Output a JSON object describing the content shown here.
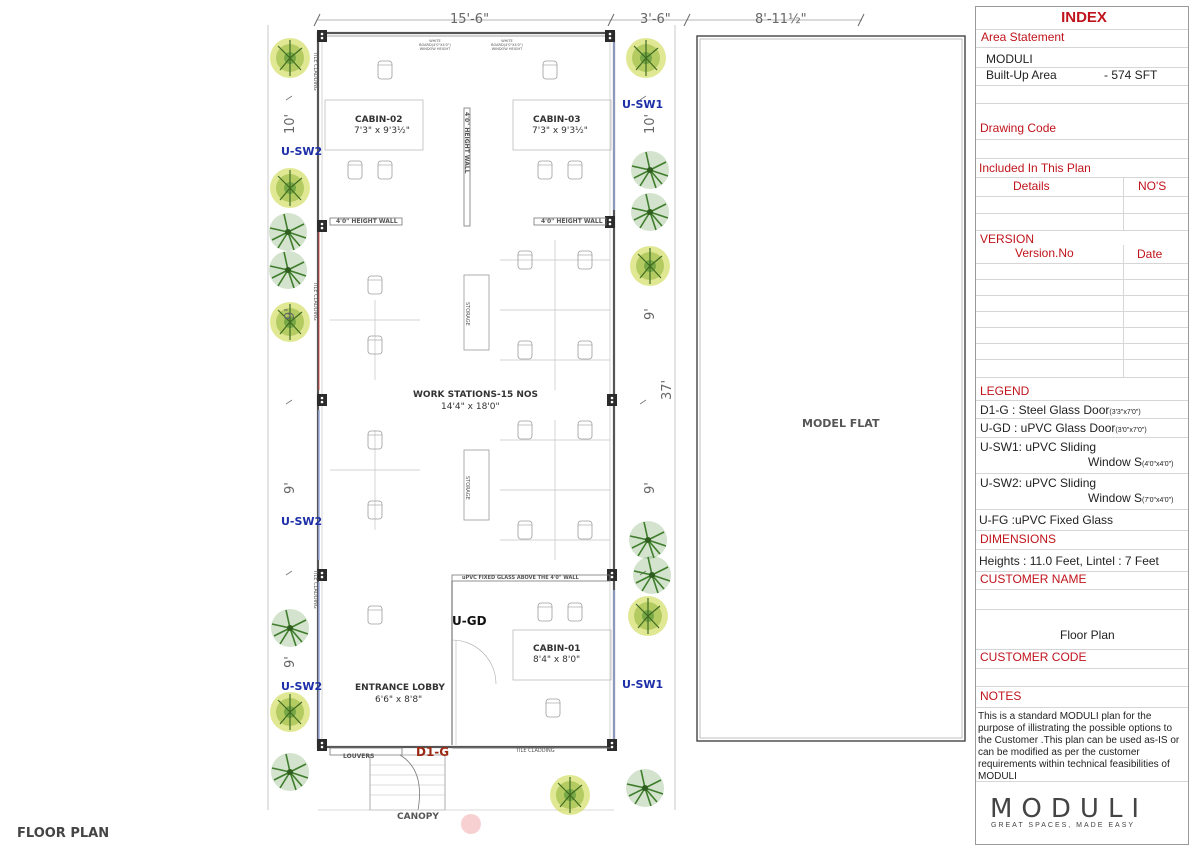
{
  "plan": {
    "title": "FLOOR PLAN",
    "dims": {
      "top_main": "15'-6\"",
      "top_side": "3'-6\"",
      "top_flat": "8'-11½\"",
      "left_1": "10'",
      "left_2": "9'",
      "left_3": "9'",
      "left_4": "9'",
      "right_1": "10'",
      "right_2": "9'",
      "right_3": "9'",
      "total": "37'"
    },
    "rooms": {
      "cabin02": {
        "name": "CABIN-02",
        "size": "7'3\" x 9'3½\""
      },
      "cabin03": {
        "name": "CABIN-03",
        "size": "7'3\" x 9'3½\""
      },
      "workstations": {
        "name": "WORK STATIONS-15 NOS",
        "size": "14'4\" x 18'0\""
      },
      "cabin01": {
        "name": "CABIN-01",
        "size": "8'4\" x 8'0\""
      },
      "lobby": {
        "name": "ENTRANCE LOBBY",
        "size": "6'6\" x 8'8\""
      }
    },
    "walls": {
      "height_wall_left": "4'0\" HEIGHT WALL",
      "height_wall_right": "4'0\" HEIGHT WALL",
      "height_wall_vertical": "4'0\" HEIGHT WALL",
      "fixed_glass": "uPVC FIXED GLASS ABOVE THE 4'0\" WALL"
    },
    "storage_1": "STORAGE",
    "storage_2": "STORAGE",
    "tile_1": "TILE CLADDING",
    "tile_2": "TILE CLADDING",
    "tile_3": "TILE CLADDING",
    "tile_4": "TILE CLADDING",
    "window_board_1": "WHITE BOARD(4'0\"X4'0\") WINDOW HEIGHT",
    "window_board_2": "WHITE BOARD(4'0\"X4'0\") WINDOW HEIGHT",
    "tags": {
      "usw1_top": "U-SW1",
      "usw2_a": "U-SW2",
      "usw2_b": "U-SW2",
      "usw2_c": "U-SW2",
      "usw1_bottom": "U-SW1",
      "ugd": "U-GD",
      "d1g": "D1-G"
    },
    "louvers": "LOUVERS",
    "canopy": "CANOPY",
    "model_flat": "MODEL FLAT"
  },
  "index": {
    "title": "INDEX",
    "area_statement": "Area Statement",
    "company": "MODULI",
    "built_up_label": "Built-Up  Area",
    "built_up_value": "-  574 SFT",
    "drawing_code": "Drawing Code",
    "included": "Included In This Plan",
    "details": "Details",
    "nos": "NO'S",
    "version": "VERSION",
    "version_no": "Version.No",
    "date": "Date",
    "legend": "LEGEND",
    "legend_items": [
      {
        "main": "D1-G : Steel Glass Door",
        "sub": "(3'3\"x7'0\")"
      },
      {
        "main": "U-GD : uPVC Glass Door",
        "sub": "(3'0\"x7'0\")"
      },
      {
        "main": "U-SW1: uPVC Sliding",
        "line2": "Window S",
        "sub": "(4'0\"x4'0\")"
      },
      {
        "main": "U-SW2: uPVC Sliding",
        "line2": "Window S",
        "sub": "(7'0\"x4'0\")"
      },
      {
        "main": "U-FG :uPVC  Fixed Glass"
      }
    ],
    "dimensions": "DIMENSIONS",
    "heights": "Heights : 11.0 Feet, Lintel : 7 Feet",
    "customer_name": "CUSTOMER NAME",
    "customer_value": "Floor Plan",
    "customer_code": "CUSTOMER CODE",
    "notes": "NOTES",
    "notes_text": "This is a standard MODULI plan for the purpose of illistrating the possible options to the Customer .This plan can be used as-IS or can be modified as per the customer requirements within technical feasibilities of MODULI",
    "logo": "MODULI",
    "tagline": "GREAT SPACES, MADE EASY"
  },
  "colors": {
    "accent_red": "#c0141c",
    "tag_blue": "#1c2fa8",
    "tag_brown": "#9a2a14",
    "plant_green": "#5e9a3a",
    "plant_yellow": "#c9d63a"
  }
}
